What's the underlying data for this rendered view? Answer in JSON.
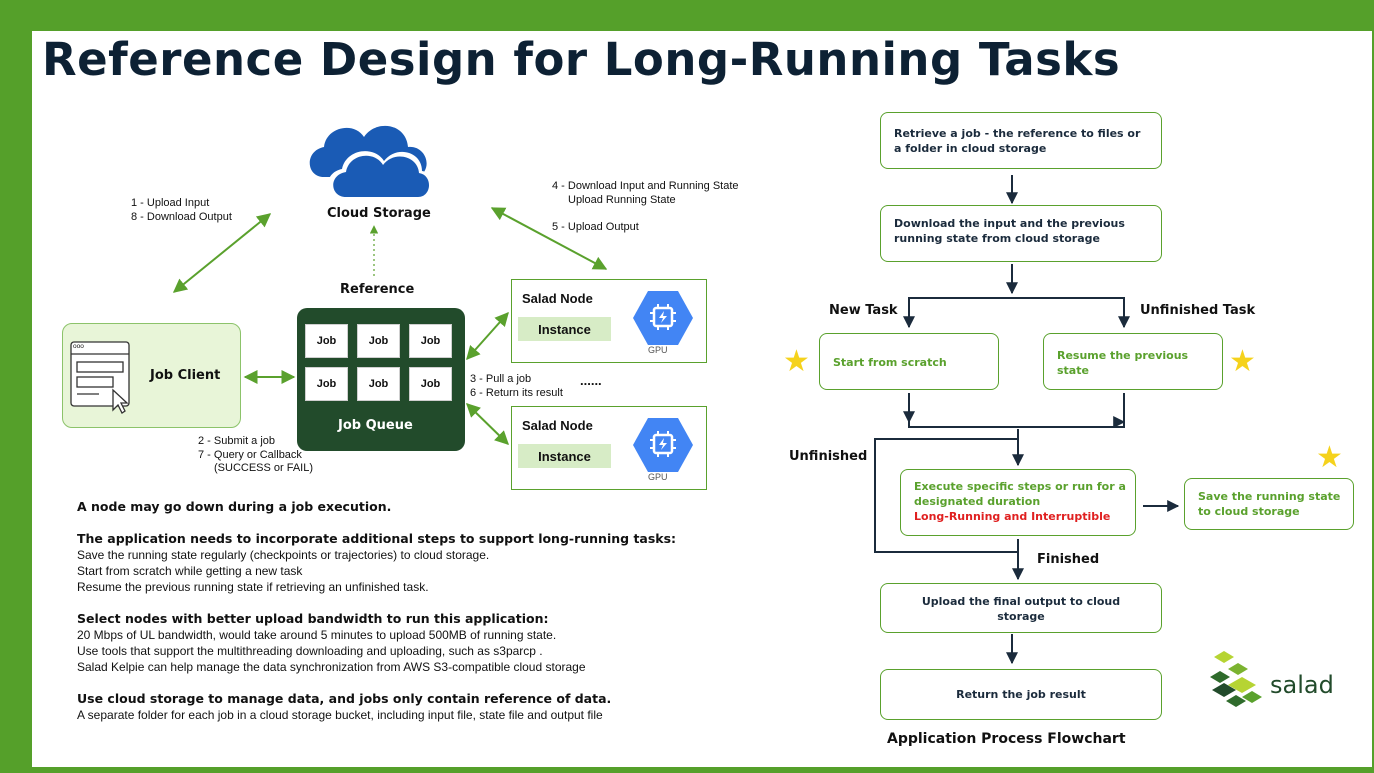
{
  "title": "Reference Design for Long-Running Tasks",
  "colors": {
    "frame": "#55a02a",
    "accent": "#5aa12d",
    "title": "#0d2134",
    "queue": "#224b2b",
    "cloud": "#1a5bb5",
    "gpu": "#4285f4",
    "star": "#f5d21c",
    "alert": "#e02020"
  },
  "diagram": {
    "cloud_label": "Cloud Storage",
    "reference_label": "Reference",
    "step_1": "1 - Upload Input",
    "step_8": "8 - Download Output",
    "step_4": "4 - Download Input and Running State",
    "step_4b": "Upload Running State",
    "step_5": "5 - Upload Output",
    "job_client": "Job Client",
    "client_window_dots": "ooo",
    "job_queue": "Job Queue",
    "job_cells": [
      "Job",
      "Job",
      "Job",
      "Job",
      "Job",
      "Job"
    ],
    "step_2": "2 - Submit a job",
    "step_7": "7 - Query or Callback",
    "step_7b": "(SUCCESS or FAIL)",
    "step_3": "3 - Pull a job",
    "step_6": "6 - Return its result",
    "ellipsis": "......",
    "nodes": [
      {
        "title": "Salad Node",
        "instance": "Instance",
        "gpu": "GPU"
      },
      {
        "title": "Salad Node",
        "instance": "Instance",
        "gpu": "GPU"
      }
    ]
  },
  "notes": {
    "p1": "A node may go down during a job execution.",
    "p2_head": "The application needs to incorporate additional steps to support long-running tasks:",
    "p2_lines": [
      "Save the running state regularly (checkpoints or trajectories) to cloud storage.",
      "Start from scratch while getting a new task",
      "Resume the previous running state if retrieving an unfinished task."
    ],
    "p3_head": "Select nodes with better upload bandwidth to run this application:",
    "p3_lines": [
      "20 Mbps of UL bandwidth, would take around 5 minutes to upload 500MB of running state.",
      "Use tools that support the multithreading downloading and uploading, such as s3parcp .",
      "Salad Kelpie can help manage the data synchronization from AWS S3-compatible cloud storage"
    ],
    "p4_head": "Use cloud storage to manage data, and jobs only contain reference of data.",
    "p4_lines": [
      "A separate folder for each job in a cloud storage bucket, including input file, state file and output file"
    ]
  },
  "flowchart": {
    "retrieve": "Retrieve a job - the reference to files or a folder in cloud storage",
    "download": "Download the input and the previous running state from cloud storage",
    "new_task": "New Task",
    "unfinished_task": "Unfinished Task",
    "start_scratch": "Start from scratch",
    "resume": "Resume the previous state",
    "unfinished": "Unfinished",
    "execute": "Execute specific steps or run for a designated duration",
    "execute_alert": "Long-Running and Interruptible",
    "save_state": "Save the running state to cloud storage",
    "finished": "Finished",
    "upload_final": "Upload the final output to cloud storage",
    "return_result": "Return the job result",
    "caption": "Application Process Flowchart",
    "star": "★"
  },
  "logo": {
    "text": "salad"
  }
}
